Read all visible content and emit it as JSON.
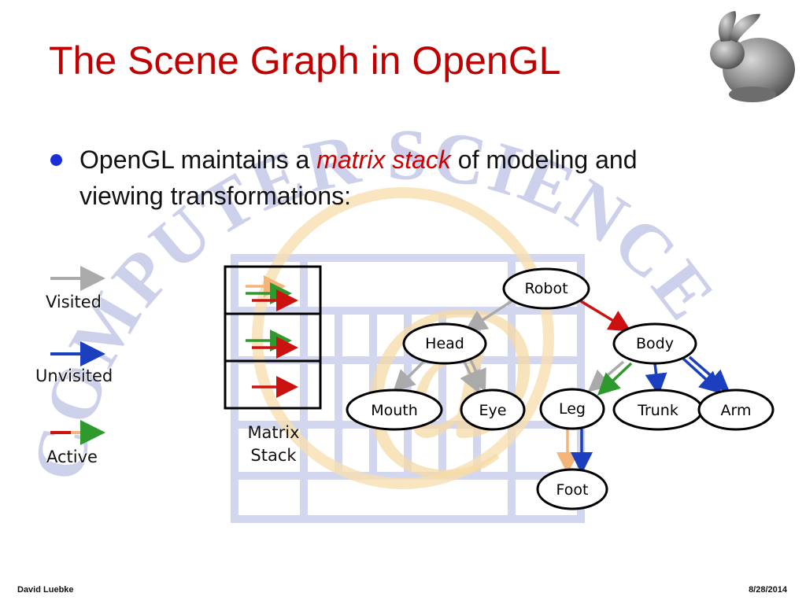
{
  "slide": {
    "title": "The Scene Graph in OpenGL",
    "bullet": {
      "text_before": "OpenGL maintains a ",
      "emphasis": "matrix stack",
      "text_after": " of modeling and viewing transformations:"
    },
    "footer": {
      "author": "David Luebke",
      "date": "8/28/2014"
    }
  },
  "watermark": {
    "text": "COMPUTER SCIENCE",
    "symbol": "@"
  },
  "legend": {
    "visited": "Visited",
    "unvisited": "Unvisited",
    "active": "Active"
  },
  "matrix_stack": {
    "label_line1": "Matrix",
    "label_line2": "Stack"
  },
  "scene_graph": {
    "nodes": {
      "robot": "Robot",
      "head": "Head",
      "body": "Body",
      "mouth": "Mouth",
      "eye": "Eye",
      "leg": "Leg",
      "trunk": "Trunk",
      "arm": "Arm",
      "foot": "Foot"
    }
  },
  "colors": {
    "title": "#c00000",
    "visited": "#aaaaaa",
    "unvisited": "#1b3fbf",
    "active_red": "#cc1111",
    "active_green": "#2e9a2e",
    "active_peach": "#f4b47a",
    "watermark": "#c8cbe8",
    "watermark_at": "#f7deb0"
  }
}
